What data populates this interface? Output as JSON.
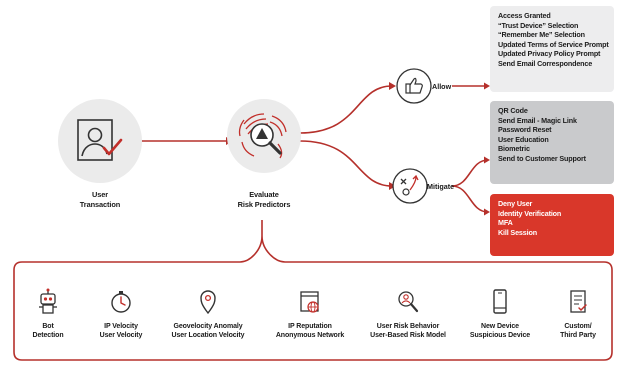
{
  "user_node": {
    "label_line1": "User",
    "label_line2": "Transaction"
  },
  "evaluate_node": {
    "label_line1": "Evaluate",
    "label_line2": "Risk Predictors"
  },
  "allow_node": {
    "label": "Allow"
  },
  "mitigate_node": {
    "label": "Mitigate"
  },
  "allow_panel": {
    "items": [
      "Access Granted",
      "“Trust Device” Selection",
      "“Remember Me” Selection",
      "Updated Terms of Service Prompt",
      "Updated Privacy Policy Prompt",
      "Send Email Correspondence"
    ]
  },
  "mitigate_panel": {
    "items": [
      "QR Code",
      "Send Email - Magic Link",
      "Password Reset",
      "User Education",
      "Biometric",
      "Send to Customer Support"
    ]
  },
  "deny_panel": {
    "items": [
      "Deny User",
      "Identity Verification",
      "MFA",
      "Kill Session"
    ]
  },
  "predictors": [
    {
      "icon": "robot-icon",
      "line1": "Bot",
      "line2": "Detection"
    },
    {
      "icon": "stopwatch-icon",
      "line1": "IP Velocity",
      "line2": "User Velocity"
    },
    {
      "icon": "location-pin-icon",
      "line1": "Geovelocity Anomaly",
      "line2": "User Location Velocity"
    },
    {
      "icon": "browser-globe-icon",
      "line1": "IP Reputation",
      "line2": "Anonymous Network"
    },
    {
      "icon": "user-search-icon",
      "line1": "User Risk Behavior",
      "line2": "User-Based Risk Model"
    },
    {
      "icon": "mobile-device-icon",
      "line1": "New Device",
      "line2": "Suspicious Device"
    },
    {
      "icon": "checklist-icon",
      "line1": "Custom/",
      "line2": "Third Party"
    }
  ],
  "colors": {
    "accent_red": "#b5302b",
    "deny_red": "#d9372a",
    "circle_gray": "#ebebeb",
    "allow_gray": "#ededee",
    "mitigate_gray": "#c9cacc"
  }
}
